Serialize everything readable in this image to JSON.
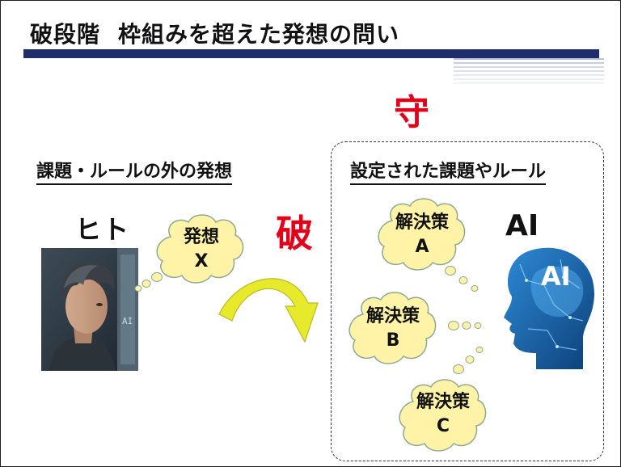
{
  "slide": {
    "title_left": "破段階",
    "title_right": "枠組みを超えた発想の問い",
    "mamoru": "守",
    "ha": "破",
    "left_heading": "課題・ルールの外の発想",
    "right_heading": "設定された課題やルール",
    "hito_label": "ヒト",
    "ai_label": "AI",
    "ai_head_text": "AI",
    "photo_side_text": "AI",
    "human_idea": {
      "line1": "発想",
      "line2": "X"
    },
    "ai_solutions": [
      {
        "line1": "解決策",
        "line2": "A"
      },
      {
        "line1": "解決策",
        "line2": "B"
      },
      {
        "line1": "解決策",
        "line2": "C"
      }
    ]
  },
  "colors": {
    "title_bar": "#1f2d6b",
    "accent_red": "#e0001a",
    "cloud_fill": "#fff3a8",
    "cloud_stroke": "#8fa88f",
    "arrow_fill": "#e6ea2a",
    "ai_blue": "#1d6fb5"
  }
}
